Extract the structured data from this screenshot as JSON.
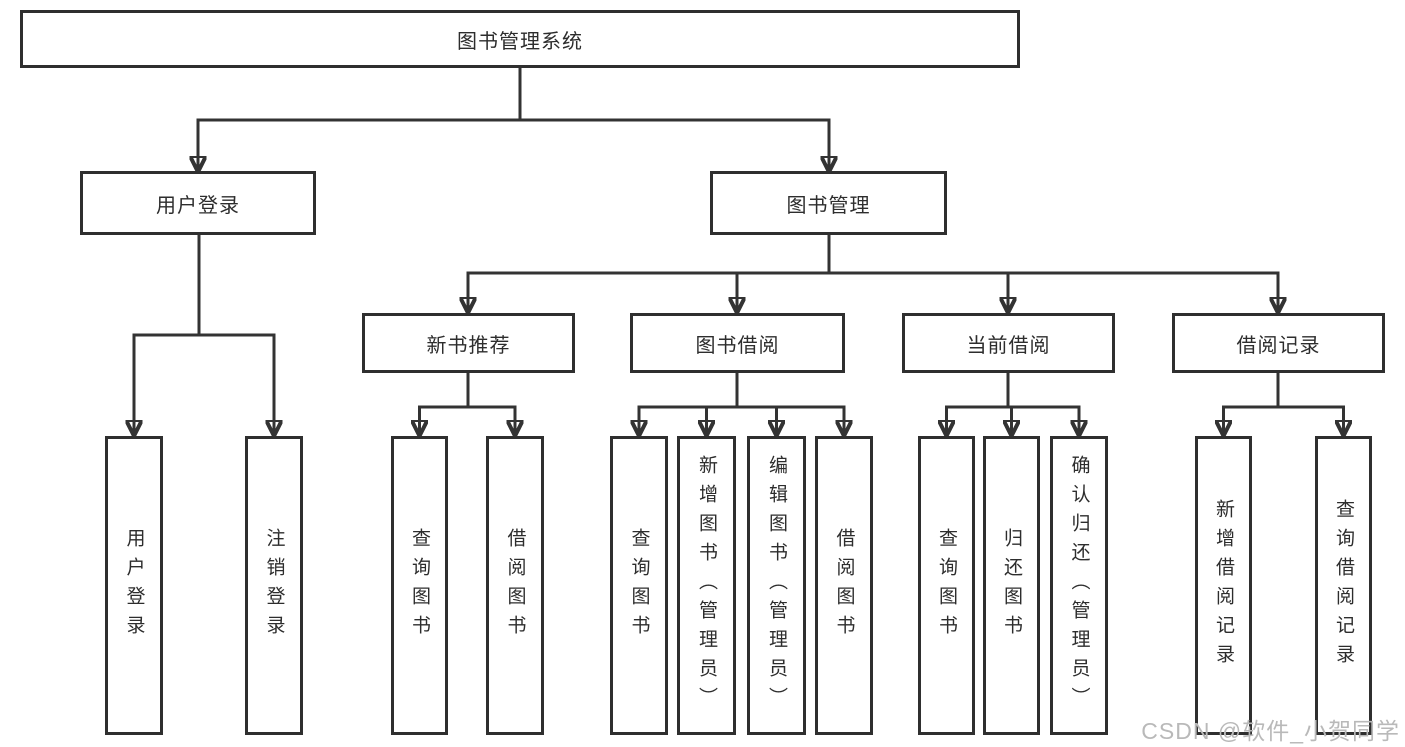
{
  "nodes": {
    "root": "图书管理系统",
    "user_login": "用户登录",
    "book_mgmt": "图书管理",
    "new_book_rec": "新书推荐",
    "book_borrow": "图书借阅",
    "current_borrow": "当前借阅",
    "borrow_records": "借阅记录",
    "leaf_user_login": "用户登录",
    "leaf_logout": "注销登录",
    "leaf_newbook_query": "查询图书",
    "leaf_newbook_borrow": "借阅图书",
    "leaf_borrow_query": "查询图书",
    "leaf_borrow_add": "新增图书（管理员）",
    "leaf_borrow_edit": "编辑图书（管理员）",
    "leaf_borrow_borrow": "借阅图书",
    "leaf_current_query": "查询图书",
    "leaf_current_return": "归还图书",
    "leaf_current_confirm": "确认归还（管理员）",
    "leaf_records_add": "新增借阅记录",
    "leaf_records_query": "查询借阅记录"
  },
  "structure": {
    "图书管理系统": {
      "用户登录": [
        "用户登录",
        "注销登录"
      ],
      "图书管理": {
        "新书推荐": [
          "查询图书",
          "借阅图书"
        ],
        "图书借阅": [
          "查询图书",
          "新增图书（管理员）",
          "编辑图书（管理员）",
          "借阅图书"
        ],
        "当前借阅": [
          "查询图书",
          "归还图书",
          "确认归还（管理员）"
        ],
        "借阅记录": [
          "新增借阅记录",
          "查询借阅记录"
        ]
      }
    }
  },
  "watermark": "CSDN @软件_小贺同学",
  "colors": {
    "line": "#333333",
    "box_border": "#2f2f2f",
    "text": "#2d2d2d",
    "watermark": "#b9b9b9",
    "background": "#ffffff"
  }
}
